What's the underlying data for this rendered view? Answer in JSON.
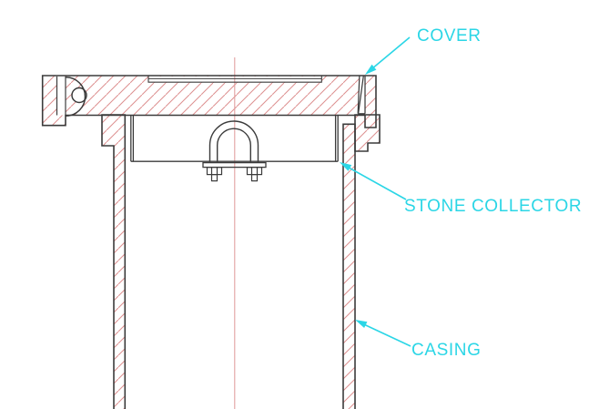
{
  "drawing": {
    "labels": {
      "cover": "COVER",
      "stone_collector": "STONE COLLECTOR",
      "casing": "CASING"
    },
    "colors": {
      "accent": "#2bd6e6",
      "hatch": "#dd8f8f",
      "centerline": "#e2a0a0",
      "line": "#3b3b3b",
      "background": "#ffffff"
    }
  }
}
